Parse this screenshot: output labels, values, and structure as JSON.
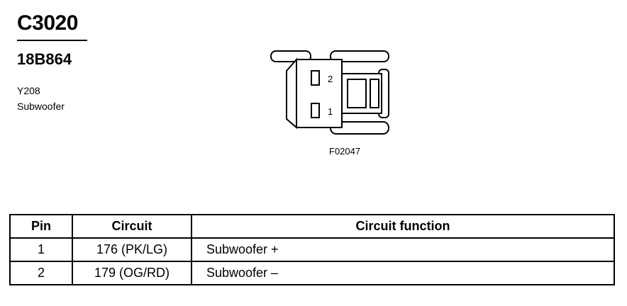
{
  "header": {
    "connector_id": "C3020",
    "part_number": "18B864",
    "component_code": "Y208",
    "component_name": "Subwoofer"
  },
  "diagram": {
    "figure_id": "F02047",
    "pin_labels": [
      "2",
      "1"
    ]
  },
  "table": {
    "headers": [
      "Pin",
      "Circuit",
      "Circuit function"
    ],
    "rows": [
      {
        "pin": "1",
        "circuit": "176 (PK/LG)",
        "function": "Subwoofer +"
      },
      {
        "pin": "2",
        "circuit": "179 (OG/RD)",
        "function": "Subwoofer –"
      }
    ]
  }
}
